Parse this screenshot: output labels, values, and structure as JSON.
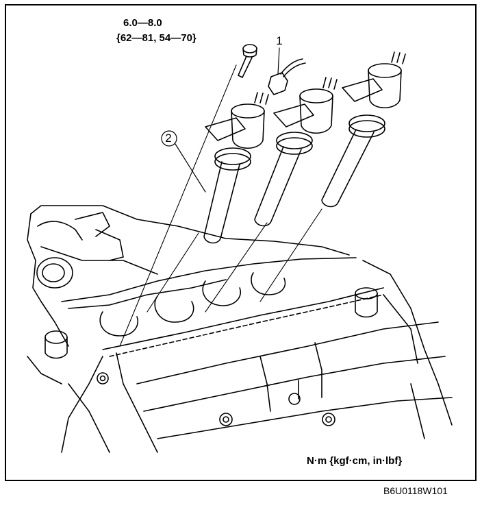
{
  "torque_spec": {
    "line1": "6.0—8.0",
    "line2": "{62—81, 54—70}"
  },
  "callouts": [
    "1",
    "2"
  ],
  "units_label": "N·m {kgf·cm, in·lbf}",
  "figure_code": "B6U0118W101"
}
